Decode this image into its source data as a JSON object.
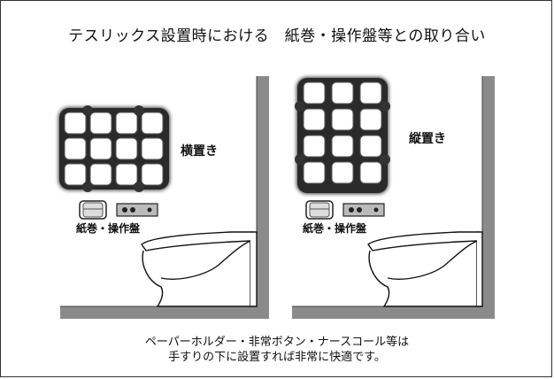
{
  "title": "テスリックス設置時における　紙巻・操作盤等との取り合い",
  "left_panel": {
    "orientation_label": "横置き",
    "device_label": "紙巻・操作盤"
  },
  "right_panel": {
    "orientation_label": "縦置き",
    "device_label": "紙巻・操作盤"
  },
  "caption": {
    "line1": "ペーパーホルダー・非常ボタン・ナースコール等は",
    "line2": "手すりの下に設置すれば非常に快適です。"
  }
}
